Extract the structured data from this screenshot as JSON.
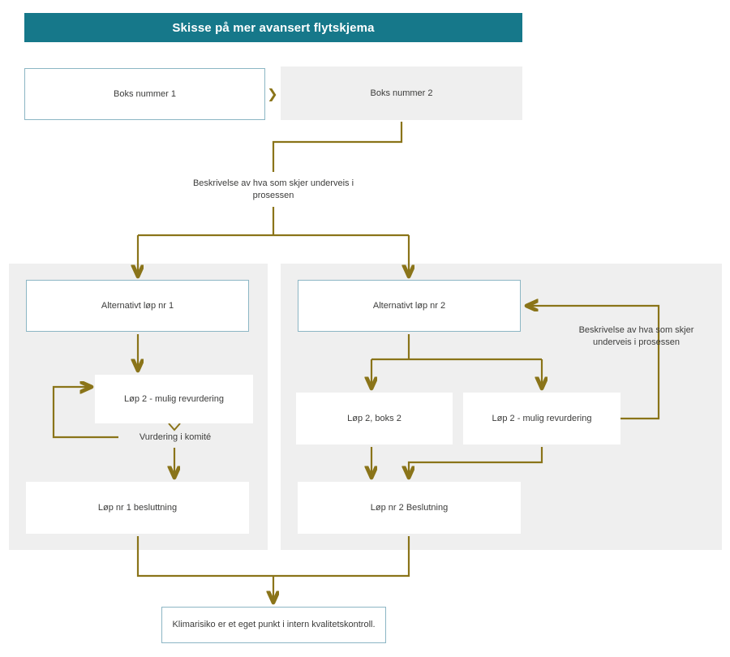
{
  "header": {
    "title": "Skisse på mer avansert flytskjema",
    "background_color": "#16788a",
    "text_color": "#ffffff"
  },
  "theme": {
    "connector_color": "#8a7419",
    "box_border_color": "#8cb6c4",
    "panel_background": "#efefef",
    "page_background": "#ffffff",
    "text_color": "#3c3c3b"
  },
  "nodes": {
    "box_1": "Boks nummer 1",
    "box_2": "Boks nummer 2",
    "alt_1": "Alternativt løp nr 1",
    "alt_2": "Alternativt løp nr 2",
    "loop1_revurdering": "Løp 2 - mulig revurdering",
    "loop1_vurdering": "Vurdering i komité",
    "loop1_beslutning": "Løp nr 1 besluttning",
    "loop2_boks2": "Løp 2, boks 2",
    "loop2_revurdering": "Løp 2 - mulig revurdering",
    "loop2_beslutning": "Løp nr 2 Beslutning",
    "final": "Klimarisiko er et eget punkt i intern kvalitetskontroll."
  },
  "captions": {
    "middle": "Beskrivelse av hva som skjer underveis i prosessen",
    "right": "Beskrivelse av hva som skjer underveis i prosessen"
  },
  "icons": {
    "chevron_right": "❯"
  },
  "chart_data": {
    "type": "diagram",
    "title": "Skisse på mer avansert flytskjema",
    "nodes": [
      {
        "id": "box_1",
        "label": "Boks nummer 1",
        "style": "white-bordered"
      },
      {
        "id": "box_2",
        "label": "Boks nummer 2",
        "style": "grey"
      },
      {
        "id": "alt_1",
        "label": "Alternativt løp nr 1",
        "style": "white-bordered"
      },
      {
        "id": "alt_2",
        "label": "Alternativt løp nr 2",
        "style": "white-bordered"
      },
      {
        "id": "loop1_revurdering",
        "label": "Løp 2 - mulig revurdering",
        "style": "plain-white"
      },
      {
        "id": "loop1_vurdering",
        "label": "Vurdering i komité",
        "style": "bare"
      },
      {
        "id": "loop1_beslutning",
        "label": "Løp nr 1 besluttning",
        "style": "plain-white"
      },
      {
        "id": "loop2_boks2",
        "label": "Løp 2, boks 2",
        "style": "plain-white"
      },
      {
        "id": "loop2_revurdering",
        "label": "Løp 2 - mulig revurdering",
        "style": "plain-white"
      },
      {
        "id": "loop2_beslutning",
        "label": "Løp nr 2 Beslutning",
        "style": "plain-white"
      },
      {
        "id": "final",
        "label": "Klimarisiko er et eget punkt i intern kvalitetskontroll.",
        "style": "white-bordered"
      }
    ],
    "edges": [
      {
        "from": "box_1",
        "to": "box_2",
        "kind": "chevron"
      },
      {
        "from": "box_2",
        "to": "split",
        "label": "Beskrivelse av hva som skjer underveis i prosessen"
      },
      {
        "from": "split",
        "to": "alt_1",
        "kind": "arrow"
      },
      {
        "from": "split",
        "to": "alt_2",
        "kind": "arrow"
      },
      {
        "from": "alt_1",
        "to": "loop1_revurdering",
        "kind": "arrow"
      },
      {
        "from": "loop1_revurdering",
        "to": "loop1_vurdering",
        "kind": "chevron-down"
      },
      {
        "from": "loop1_vurdering",
        "to": "loop1_revurdering",
        "kind": "feedback-arrow"
      },
      {
        "from": "loop1_vurdering",
        "to": "loop1_beslutning",
        "kind": "arrow"
      },
      {
        "from": "alt_2",
        "to": "loop2_boks2",
        "kind": "arrow"
      },
      {
        "from": "alt_2",
        "to": "loop2_revurdering",
        "kind": "arrow"
      },
      {
        "from": "loop2_revurdering",
        "to": "alt_2",
        "kind": "feedback-arrow",
        "label": "Beskrivelse av hva som skjer underveis i prosessen"
      },
      {
        "from": "loop2_boks2",
        "to": "loop2_beslutning",
        "kind": "arrow"
      },
      {
        "from": "loop2_revurdering",
        "to": "loop2_beslutning",
        "kind": "arrow"
      },
      {
        "from": "loop1_beslutning",
        "to": "final",
        "kind": "arrow"
      },
      {
        "from": "loop2_beslutning",
        "to": "final",
        "kind": "arrow"
      }
    ],
    "groups": [
      {
        "id": "panel_left",
        "contains": [
          "alt_1",
          "loop1_revurdering",
          "loop1_vurdering",
          "loop1_beslutning"
        ]
      },
      {
        "id": "panel_right",
        "contains": [
          "alt_2",
          "loop2_boks2",
          "loop2_revurdering",
          "loop2_beslutning"
        ]
      }
    ]
  }
}
